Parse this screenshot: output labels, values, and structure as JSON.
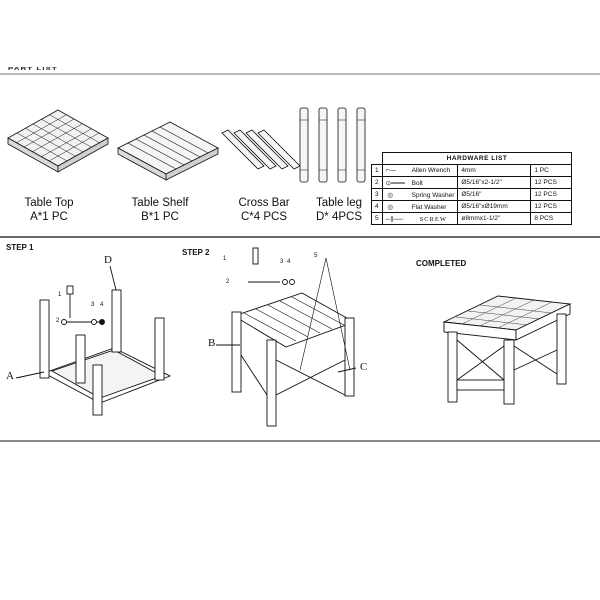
{
  "header_text": "PART LIST",
  "parts": [
    {
      "name": "Table Top",
      "qty": "A*1 PC"
    },
    {
      "name": "Table Shelf",
      "qty": "B*1 PC"
    },
    {
      "name": "Cross Bar",
      "qty": "C*4 PCS"
    },
    {
      "name": "Table leg",
      "qty": "D* 4PCS"
    }
  ],
  "hardware": {
    "title": "HARDWARE  LIST",
    "rows": [
      {
        "no": "1",
        "icon": "allen-wrench-icon",
        "name": "Allen Wrench",
        "size": "4mm",
        "qty": "1  PC"
      },
      {
        "no": "2",
        "icon": "bolt-icon",
        "name": "Bolt",
        "size": "Ø5/16\"x2-1/2\"",
        "qty": "12 PCS"
      },
      {
        "no": "3",
        "icon": "spring-washer-icon",
        "name": "Spring Washer",
        "size": "Ø5/16\"",
        "qty": "12 PCS"
      },
      {
        "no": "4",
        "icon": "flat-washer-icon",
        "name": "Flat Washer",
        "size": "Ø5/16\"xØ19mm",
        "qty": "12 PCS"
      },
      {
        "no": "5",
        "icon": "screw-icon",
        "name": "SCREW",
        "size": "ø8mmx1-1/2\"",
        "qty": "8 PCS"
      }
    ]
  },
  "steps": [
    {
      "title": "STEP 1",
      "callouts": [
        "A",
        "D"
      ],
      "numbers": [
        "1",
        "2",
        "3",
        "4"
      ]
    },
    {
      "title": "STEP 2",
      "callouts": [
        "B",
        "C"
      ],
      "numbers": [
        "1",
        "2",
        "3",
        "4",
        "5"
      ]
    },
    {
      "title": "COMPLETED"
    }
  ]
}
